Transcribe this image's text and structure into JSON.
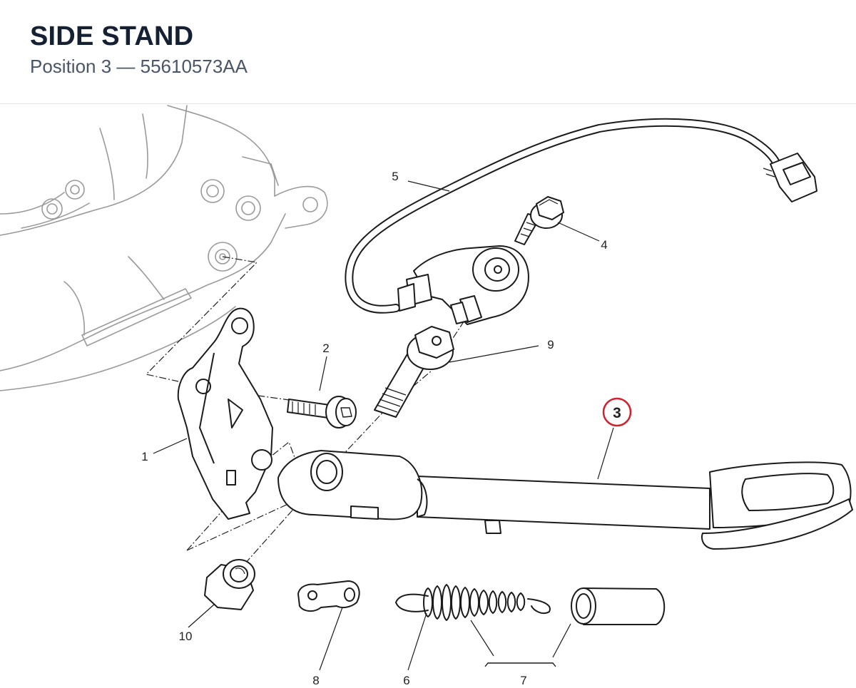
{
  "header": {
    "title": "SIDE STAND",
    "subtitle": "Position 3 — 55610573AA"
  },
  "callouts": [
    "1",
    "2",
    "3",
    "4",
    "5",
    "6",
    "7",
    "8",
    "9",
    "10"
  ],
  "highlight_color": "#d3202e"
}
